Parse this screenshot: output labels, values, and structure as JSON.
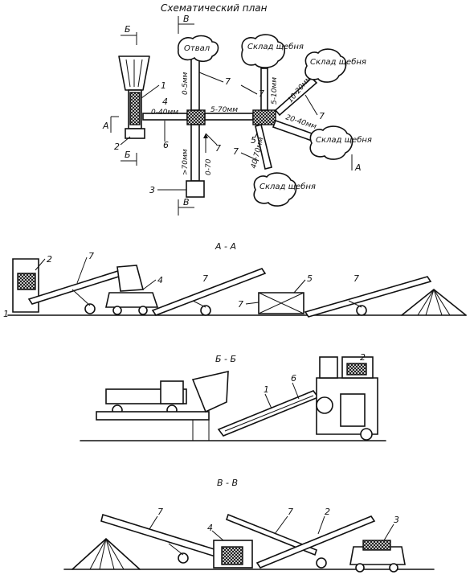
{
  "title": "Схематический план",
  "section_marks": {
    "v_top": "В",
    "v_bottom": "В",
    "b_left_top": "Б",
    "b_left_bottom": "Б",
    "a_left": "А",
    "a_right": "А"
  },
  "plan": {
    "clouds": [
      "Отвал",
      "Склад щебня",
      "Склад щебня",
      "Склад щебня",
      "Склад щебня"
    ],
    "sizes": [
      "0-5мм",
      "5-70мм",
      "0-40мм",
      "5-10мм",
      "10-20мм",
      "20-40мм",
      ">70мм",
      "0-70",
      "40-70мм"
    ],
    "numbers": [
      "1",
      "2",
      "3",
      "4",
      "5",
      "6",
      "7",
      "7",
      "7",
      "7",
      "7"
    ]
  },
  "sections": {
    "aa": {
      "title": "А - А",
      "numbers": [
        "2",
        "7",
        "4",
        "7",
        "5",
        "7",
        "7",
        "1"
      ]
    },
    "bb": {
      "title": "Б - Б",
      "numbers": [
        "1",
        "6",
        "2"
      ]
    },
    "vv": {
      "title": "В - В",
      "numbers": [
        "7",
        "4",
        "7",
        "2",
        "3"
      ]
    }
  }
}
